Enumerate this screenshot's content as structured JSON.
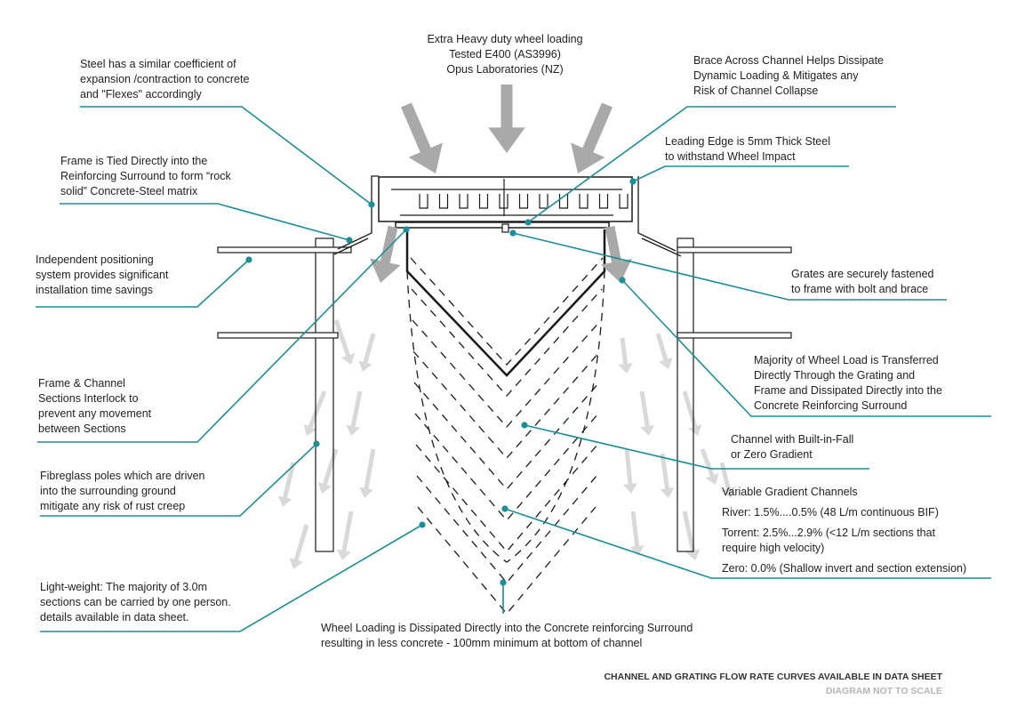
{
  "colors": {
    "leader": "#1b8e96",
    "arrow_dark": "#a9a9a9",
    "arrow_light": "#d9d9d9",
    "structure": "#1a1a1a"
  },
  "labels": {
    "top_load": [
      "Extra Heavy duty wheel loading",
      "Tested E400 (AS3996)",
      "Opus Laboratories (NZ)"
    ],
    "steel": [
      "Steel has a similar coefficient of",
      "expansion /contraction to concrete",
      "and \"Flexes\" accordingly"
    ],
    "frame_tied": [
      "Frame is Tied Directly into the",
      "Reinforcing Surround to form “rock",
      "solid” Concrete-Steel matrix"
    ],
    "positioning": [
      "Independent positioning",
      "system provides significant",
      "installation time savings"
    ],
    "interlock": [
      "Frame & Channel",
      "Sections  Interlock to",
      "prevent any movement",
      "between Sections"
    ],
    "fibreglass": [
      "Fibreglass poles which are driven",
      "into the surrounding ground",
      "mitigate any risk of rust creep"
    ],
    "lightweight": [
      "Light-weight: The majority of 3.0m",
      "sections can be carried by one person.",
      "details available in data sheet."
    ],
    "dissipated": [
      "Wheel Loading is Dissipated Directly into the Concrete reinforcing Surround",
      "resulting in less concrete - 100mm minimum at bottom of channel"
    ],
    "brace": [
      "Brace Across Channel Helps Dissipate",
      "Dynamic Loading & Mitigates any",
      "Risk of Channel Collapse"
    ],
    "leading_edge": [
      "Leading Edge is 5mm Thick Steel",
      "to withstand Wheel Impact"
    ],
    "grates": [
      "Grates are securely fastened",
      "to frame with bolt and brace"
    ],
    "majority": [
      "Majority of Wheel Load is Transferred",
      "Directly Through the Grating and",
      "Frame and Dissipated Directly into the",
      "Concrete Reinforcing Surround"
    ],
    "bif": [
      "Channel with Built-in-Fall",
      "or Zero Gradient"
    ],
    "gradient": {
      "title": "Variable Gradient Channels",
      "river": "River: 1.5%....0.5% (48 L/m continuous BIF)",
      "torrent": [
        "Torrent: 2.5%...2.9% (<12 L/m sections that",
        "require high velocity)"
      ],
      "zero": "Zero: 0.0% (Shallow invert and section extension)"
    }
  },
  "footer": {
    "note1": "CHANNEL AND GRATING FLOW RATE CURVES AVAILABLE IN DATA SHEET",
    "note2": "DIAGRAM NOT TO SCALE"
  }
}
